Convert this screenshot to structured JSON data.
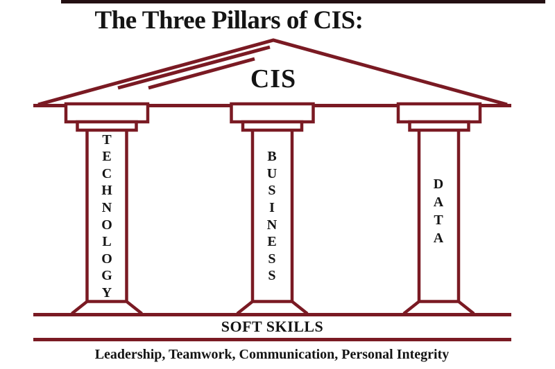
{
  "title": "The Three Pillars of CIS:",
  "colors": {
    "line": "#7a1a23",
    "text": "#141414",
    "top_bar": "#241013",
    "background": "#ffffff"
  },
  "roof": {
    "label": "CIS"
  },
  "pillars": [
    {
      "name": "technology",
      "label": "TECHNOLOGY"
    },
    {
      "name": "business",
      "label": "BUSINESS"
    },
    {
      "name": "data",
      "label": "DATA"
    }
  ],
  "base": {
    "label": "SOFT SKILLS",
    "sublabel": "Leadership, Teamwork, Communication, Personal Integrity"
  }
}
